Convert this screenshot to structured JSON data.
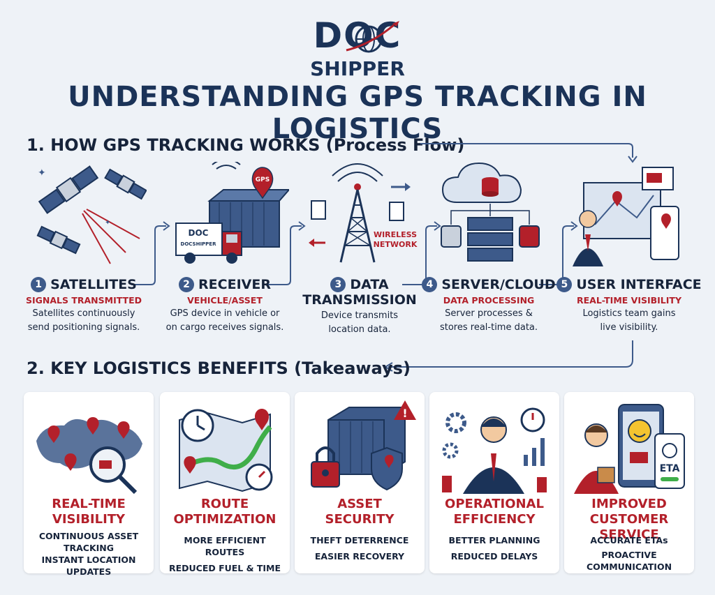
{
  "brand": {
    "logo_top": "DOC",
    "logo_bottom": "SHIPPER",
    "container_logo_top": "DOC",
    "container_logo_bottom": "DOCSHIPPER"
  },
  "title": "UNDERSTANDING GPS TRACKING IN LOGISTICS",
  "section1": {
    "heading": "1. HOW GPS TRACKING WORKS (Process Flow)",
    "gps_pin_label": "GPS",
    "wireless_label_1": "WIRELESS",
    "wireless_label_2": "NETWORK",
    "steps": [
      {
        "num": "1",
        "title": "SATELLITES",
        "subtitle": "SIGNALS TRANSMITTED",
        "desc1": "Satellites continuously",
        "desc2": "send positioning signals."
      },
      {
        "num": "2",
        "title": "RECEIVER",
        "subtitle": "VEHICLE/ASSET",
        "desc1": "GPS device in vehicle or",
        "desc2": "on cargo receives signals."
      },
      {
        "num": "3",
        "title": "DATA",
        "title2": "TRANSMISSION",
        "desc1": "Device transmits",
        "desc2": "location data."
      },
      {
        "num": "4",
        "title": "SERVER/CLOUD",
        "subtitle": "DATA PROCESSING",
        "desc1": "Server processes &",
        "desc2": "stores real-time data."
      },
      {
        "num": "5",
        "title": "USER INTERFACE",
        "subtitle": "REAL-TIME VISIBILITY",
        "desc1": "Logistics team gains",
        "desc2": "live visibility."
      }
    ]
  },
  "section2": {
    "heading": "2. KEY LOGISTICS BENEFITS (Takeaways)",
    "eta_label": "ETA",
    "cards": [
      {
        "title1": "REAL-TIME",
        "title2": "VISIBILITY",
        "lines": [
          "CONTINUOUS ASSET",
          "TRACKING",
          "INSTANT LOCATION",
          "UPDATES"
        ]
      },
      {
        "title1": "ROUTE",
        "title2": "OPTIMIZATION",
        "lines": [
          "MORE EFFICIENT ROUTES",
          "REDUCED FUEL & TIME"
        ]
      },
      {
        "title1": "ASSET",
        "title2": "SECURITY",
        "lines": [
          "THEFT DETERRENCE",
          "EASIER RECOVERY"
        ]
      },
      {
        "title1": "OPERATIONAL",
        "title2": "EFFICIENCY",
        "lines": [
          "BETTER PLANNING",
          "REDUCED DELAYS"
        ]
      },
      {
        "title1": "IMPROVED",
        "title2": "CUSTOMER SERVICE",
        "lines": [
          "ACCURATE ETAs",
          "PROACTIVE",
          "COMMUNICATION"
        ]
      }
    ]
  },
  "colors": {
    "navy": "#1b3358",
    "red": "#b3202a",
    "steel": "#3d5a8a",
    "background": "#eef2f7"
  }
}
